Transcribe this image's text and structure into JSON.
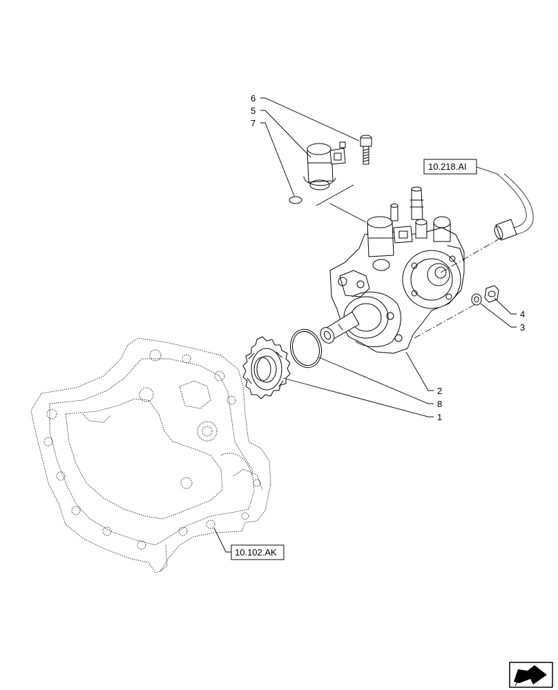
{
  "callouts": {
    "c6": "6",
    "c5": "5",
    "c7": "7",
    "c4": "4",
    "c3": "3",
    "c2": "2",
    "c8": "8",
    "c1": "1"
  },
  "references": {
    "fuel_line": "10.218.AI",
    "engine_cover": "10.102.AK"
  },
  "nav_icon": "next-page-arrow-icon"
}
